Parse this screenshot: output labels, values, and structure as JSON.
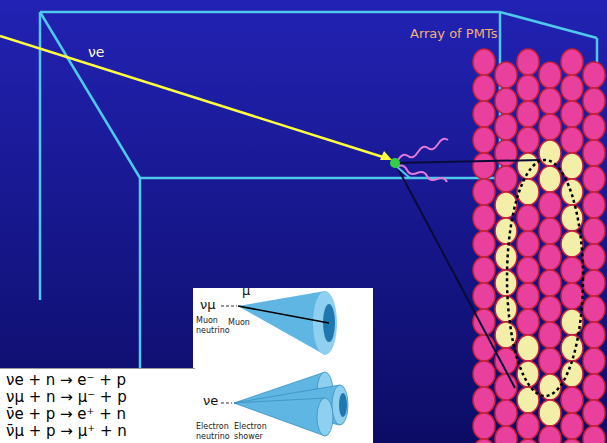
{
  "diagram": {
    "nodes": [
      {
        "text": [
          "νe + n → e⁻ + p",
          "νμ + n → μ⁻ + p",
          "ν̄e + p → e⁺ + n",
          "ν̄μ + p → μ⁺ + n"
        ]
      }
    ],
    "labels": [
      "νe",
      "Array of PMTs",
      "νμ",
      "μ",
      "Muon neutrino",
      "Muon",
      "νe",
      "Electron neutrino",
      "Electron shower"
    ]
  }
}
